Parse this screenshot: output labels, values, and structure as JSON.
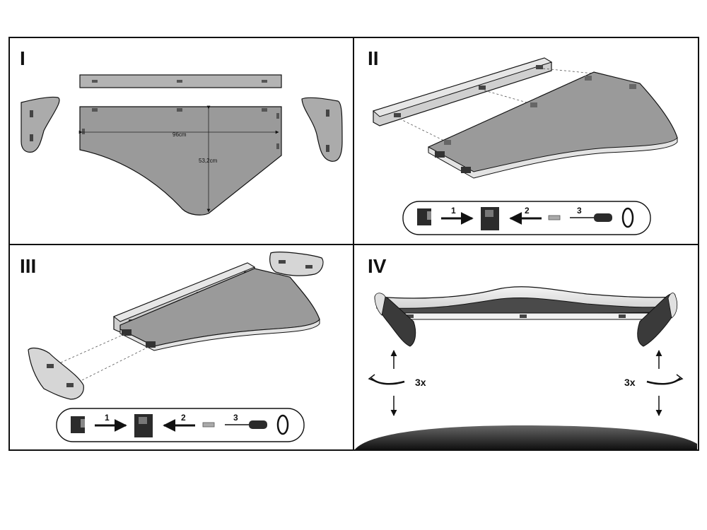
{
  "steps": [
    {
      "label": "I",
      "dimensions": {
        "width": "96cm",
        "depth": "53,2cm"
      }
    },
    {
      "label": "II",
      "sequence": [
        "1",
        "2",
        "3"
      ]
    },
    {
      "label": "III",
      "sequence": [
        "1",
        "2",
        "3"
      ]
    },
    {
      "label": "IV",
      "turns_left": "3x",
      "turns_right": "3x"
    }
  ],
  "colors": {
    "panel": "#9a9a9a",
    "panel_light": "#cfcfcf",
    "dark": "#2b2b2b",
    "outline": "#111111"
  }
}
